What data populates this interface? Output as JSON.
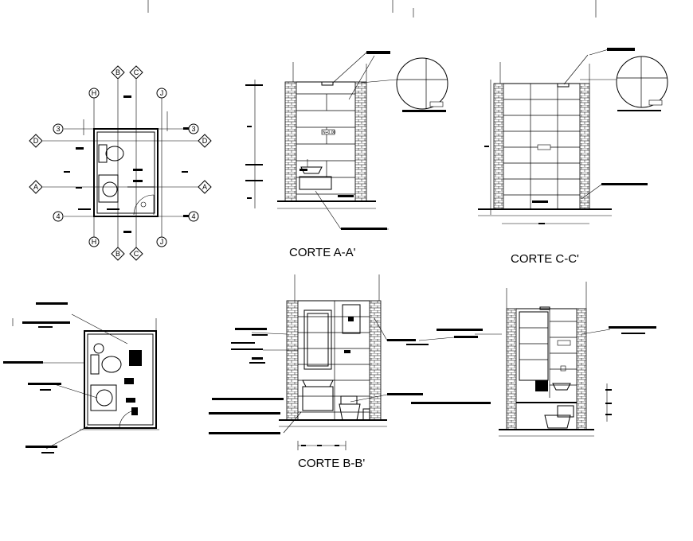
{
  "titles": {
    "section_a": "CORTE A-A'",
    "section_c": "CORTE C-C'",
    "section_b": "CORTE B-B'"
  },
  "axes": {
    "b": "B",
    "c": "C",
    "h": "H",
    "j": "J",
    "d": "D",
    "a": "A",
    "three": "3",
    "four": "4"
  },
  "level_tag": "N+0.00"
}
